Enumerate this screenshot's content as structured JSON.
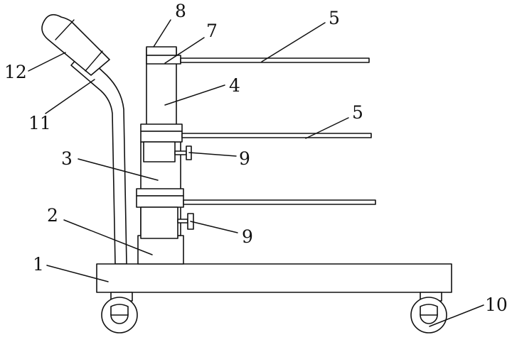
{
  "diagram": {
    "callouts": [
      {
        "id": "c1",
        "label": "1"
      },
      {
        "id": "c2",
        "label": "2"
      },
      {
        "id": "c3",
        "label": "3"
      },
      {
        "id": "c4",
        "label": "4"
      },
      {
        "id": "c5a",
        "label": "5"
      },
      {
        "id": "c5b",
        "label": "5"
      },
      {
        "id": "c7",
        "label": "7"
      },
      {
        "id": "c8",
        "label": "8"
      },
      {
        "id": "c9a",
        "label": "9"
      },
      {
        "id": "c9b",
        "label": "9"
      },
      {
        "id": "c10",
        "label": "10"
      },
      {
        "id": "c11",
        "label": "11"
      },
      {
        "id": "c12",
        "label": "12"
      }
    ]
  }
}
